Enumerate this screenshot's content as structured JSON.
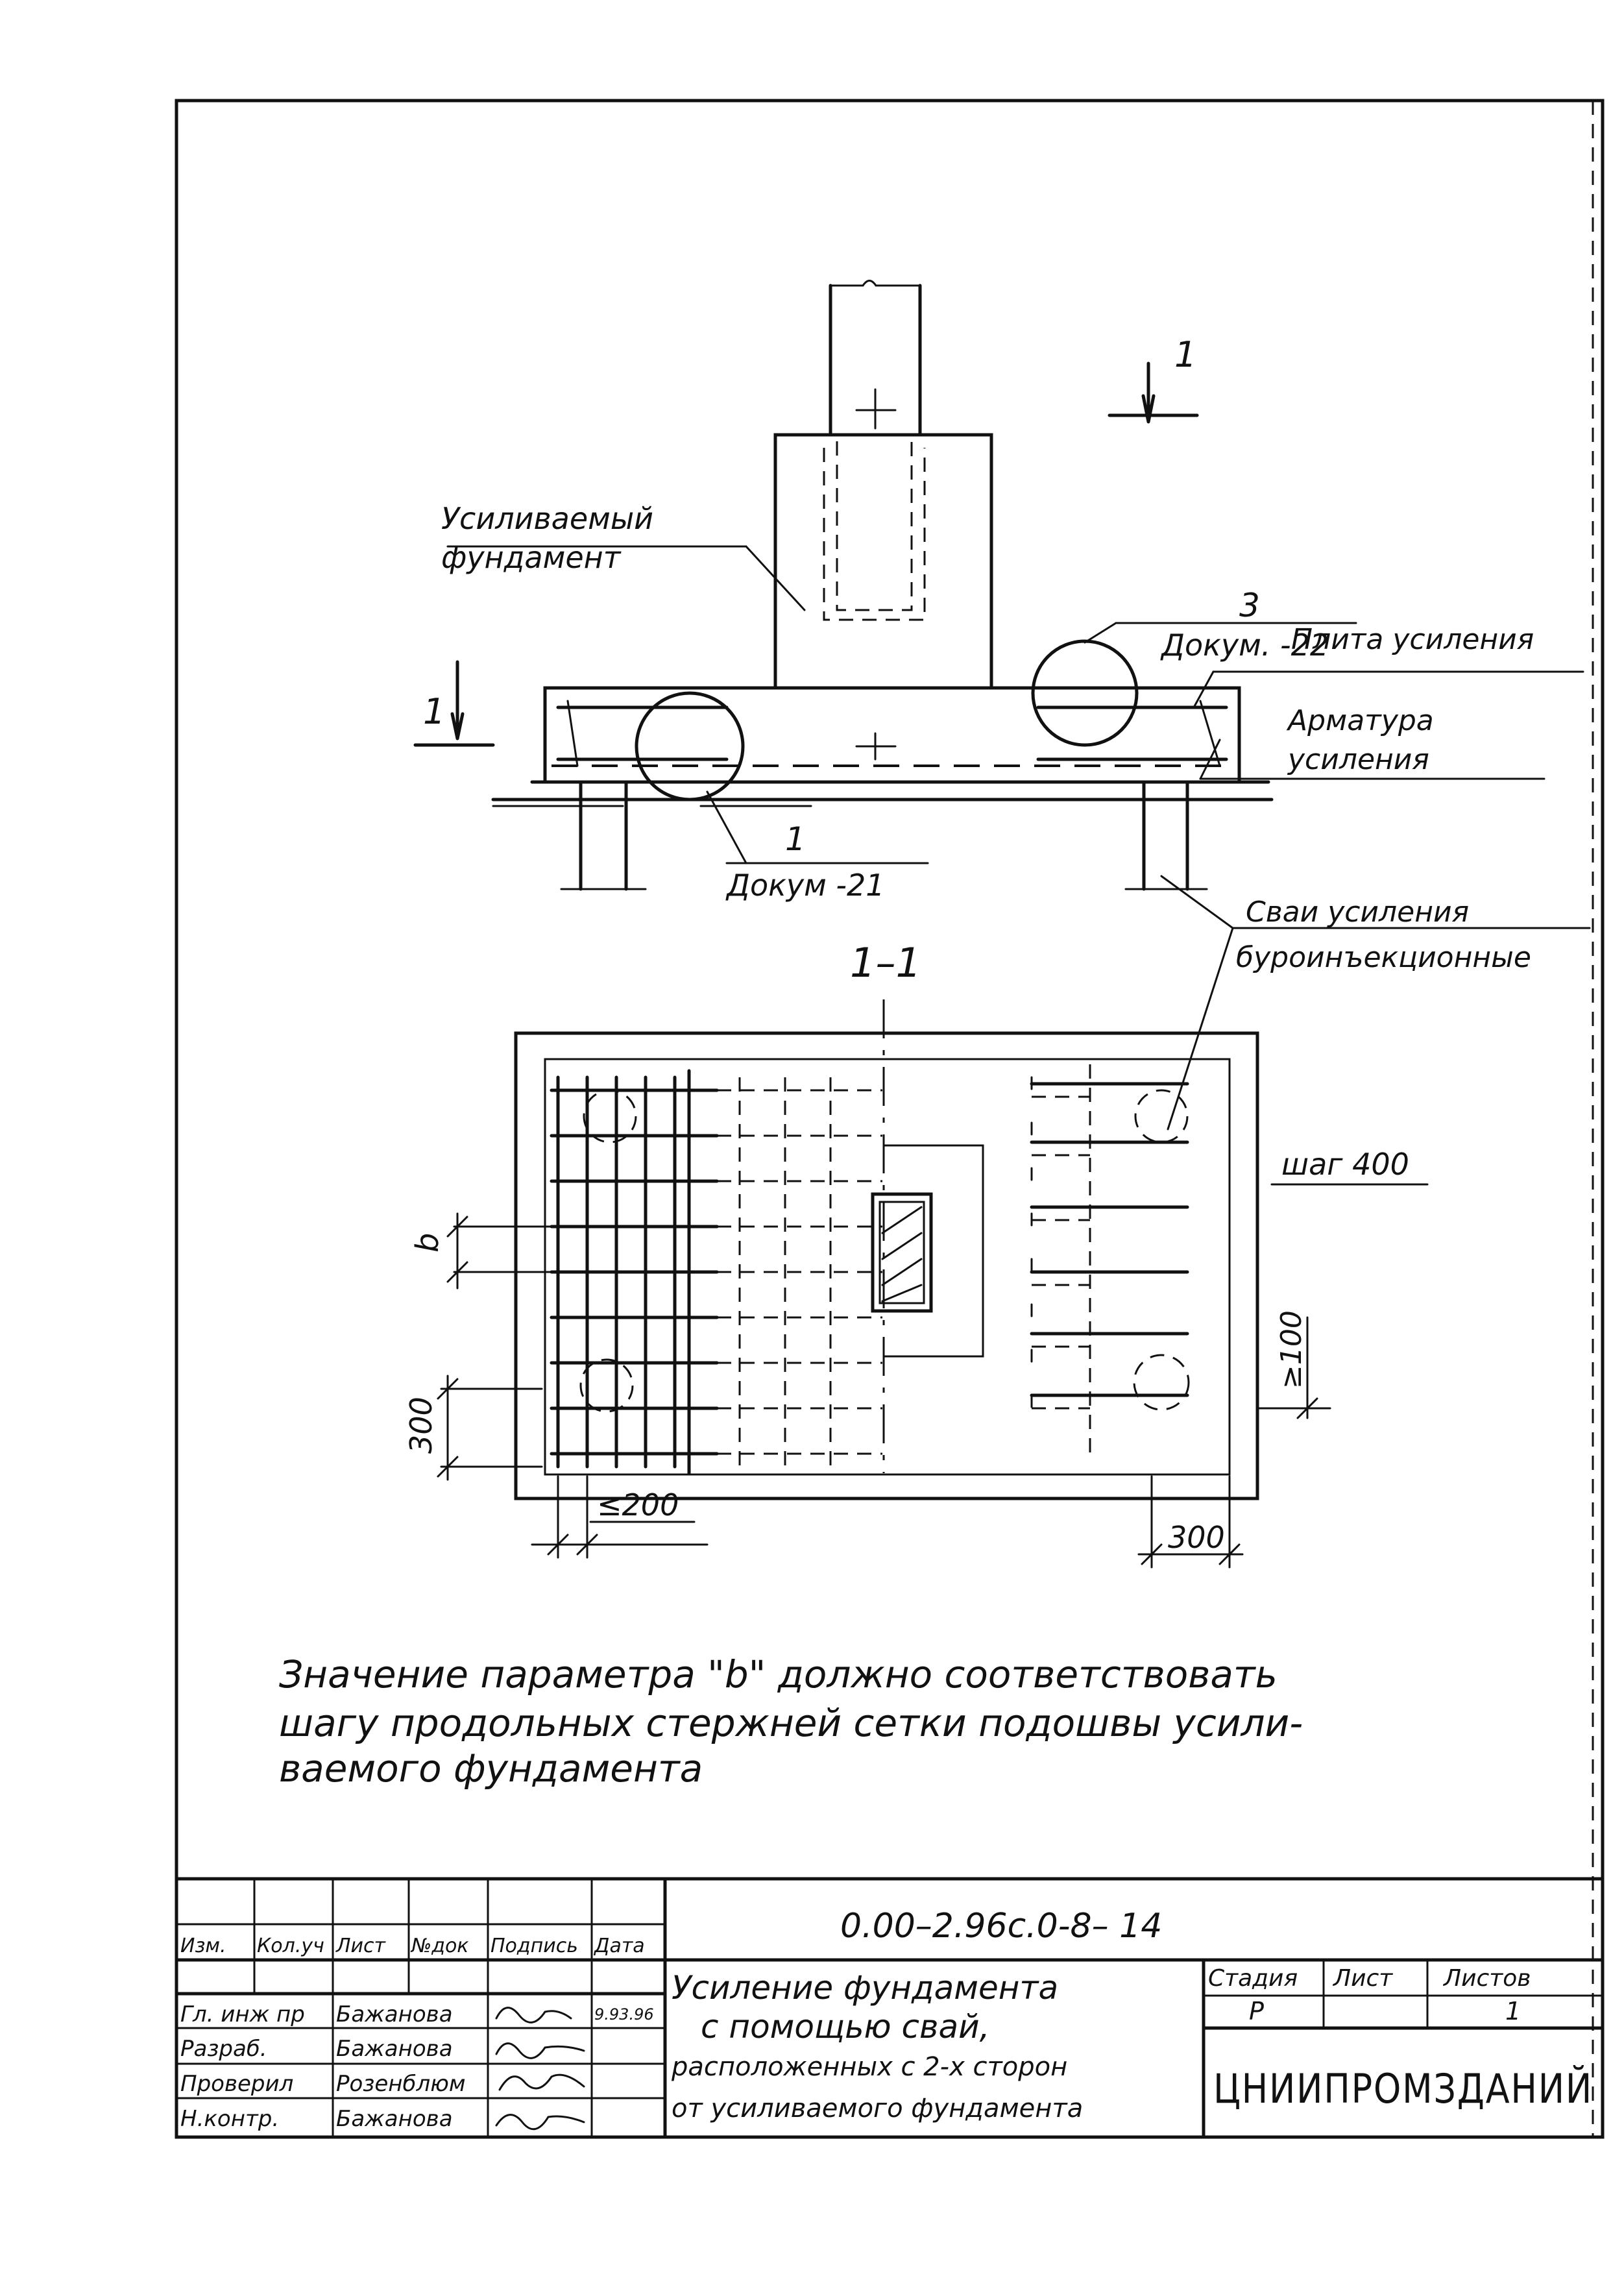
{
  "drawing": {
    "elevation": {
      "label_foundation": [
        "Усиливаемый",
        "фундамент"
      ],
      "callout_3_number": "3",
      "callout_3_doc": "Докум. -22",
      "label_slab": "Плита усиления",
      "label_rebar": [
        "Арматура",
        "усиления"
      ],
      "callout_1_number": "1",
      "callout_1_doc": "Докум -21",
      "label_piles": [
        "Сваи усиления",
        "буроинъекционные"
      ],
      "section_mark": "1"
    },
    "section": {
      "title": "1–1",
      "label_step": "шаг 400",
      "dim_b": "b",
      "dim_300_left": "300",
      "dim_le_200": "≤200",
      "dim_300_bottom": "300",
      "dim_ge_100": "≥100"
    },
    "note": [
      "Значение параметра \"b\" должно соответствовать",
      "шагу продольных стержней сетки подошвы усили-",
      "ваемого фундамента"
    ]
  },
  "title_block": {
    "document_code": "0.00–2.96с.0-8– 14",
    "columns": [
      "Изм.",
      "Кол.уч",
      "Лист",
      "№док",
      "Подпись",
      "Дата"
    ],
    "rows": [
      {
        "role": "Гл. инж пр",
        "name": "Бажанова",
        "date": "9.93.96"
      },
      {
        "role": "Разраб.",
        "name": "Бажанова",
        "date": ""
      },
      {
        "role": "Проверил",
        "name": "Розенблюм",
        "date": ""
      },
      {
        "role": "Н.контр.",
        "name": "Бажанова",
        "date": ""
      }
    ],
    "title_lines": [
      "Усиление фундамента",
      "с помощью свай,",
      "расположенных с 2-х сторон",
      "от усиливаемого фундамента"
    ],
    "stage_header": "Стадия",
    "sheet_header": "Лист",
    "sheets_header": "Листов",
    "stage_value": "Р",
    "sheet_value": "",
    "sheets_value": "1",
    "organization": "ЦНИИПРОМЗДАНИЙ"
  }
}
